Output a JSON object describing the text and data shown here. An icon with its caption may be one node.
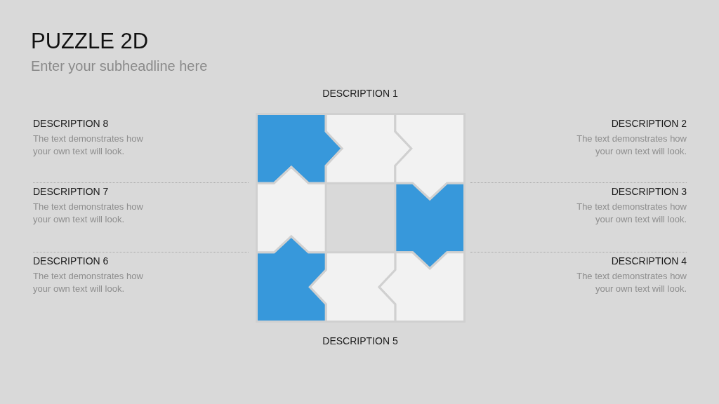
{
  "diagram": {
    "title": "PUZZLE 2D",
    "labels": [
      "Enter your subheadline here",
      "DESCRIPTION 1",
      "DESCRIPTION 8",
      "The text demonstrates how your own text will look.",
      "DESCRIPTION 2",
      "The text demonstrates how your own text will look.",
      "DESCRIPTION 7",
      "The text demonstrates how your own text will look.",
      "DESCRIPTION 3",
      "The text demonstrates how your own text will look.",
      "DESCRIPTION 6",
      "The text demonstrates how your own text will look.",
      "DESCRIPTION 4",
      "The text demonstrates how your own text will look.",
      "DESCRIPTION 5"
    ]
  }
}
